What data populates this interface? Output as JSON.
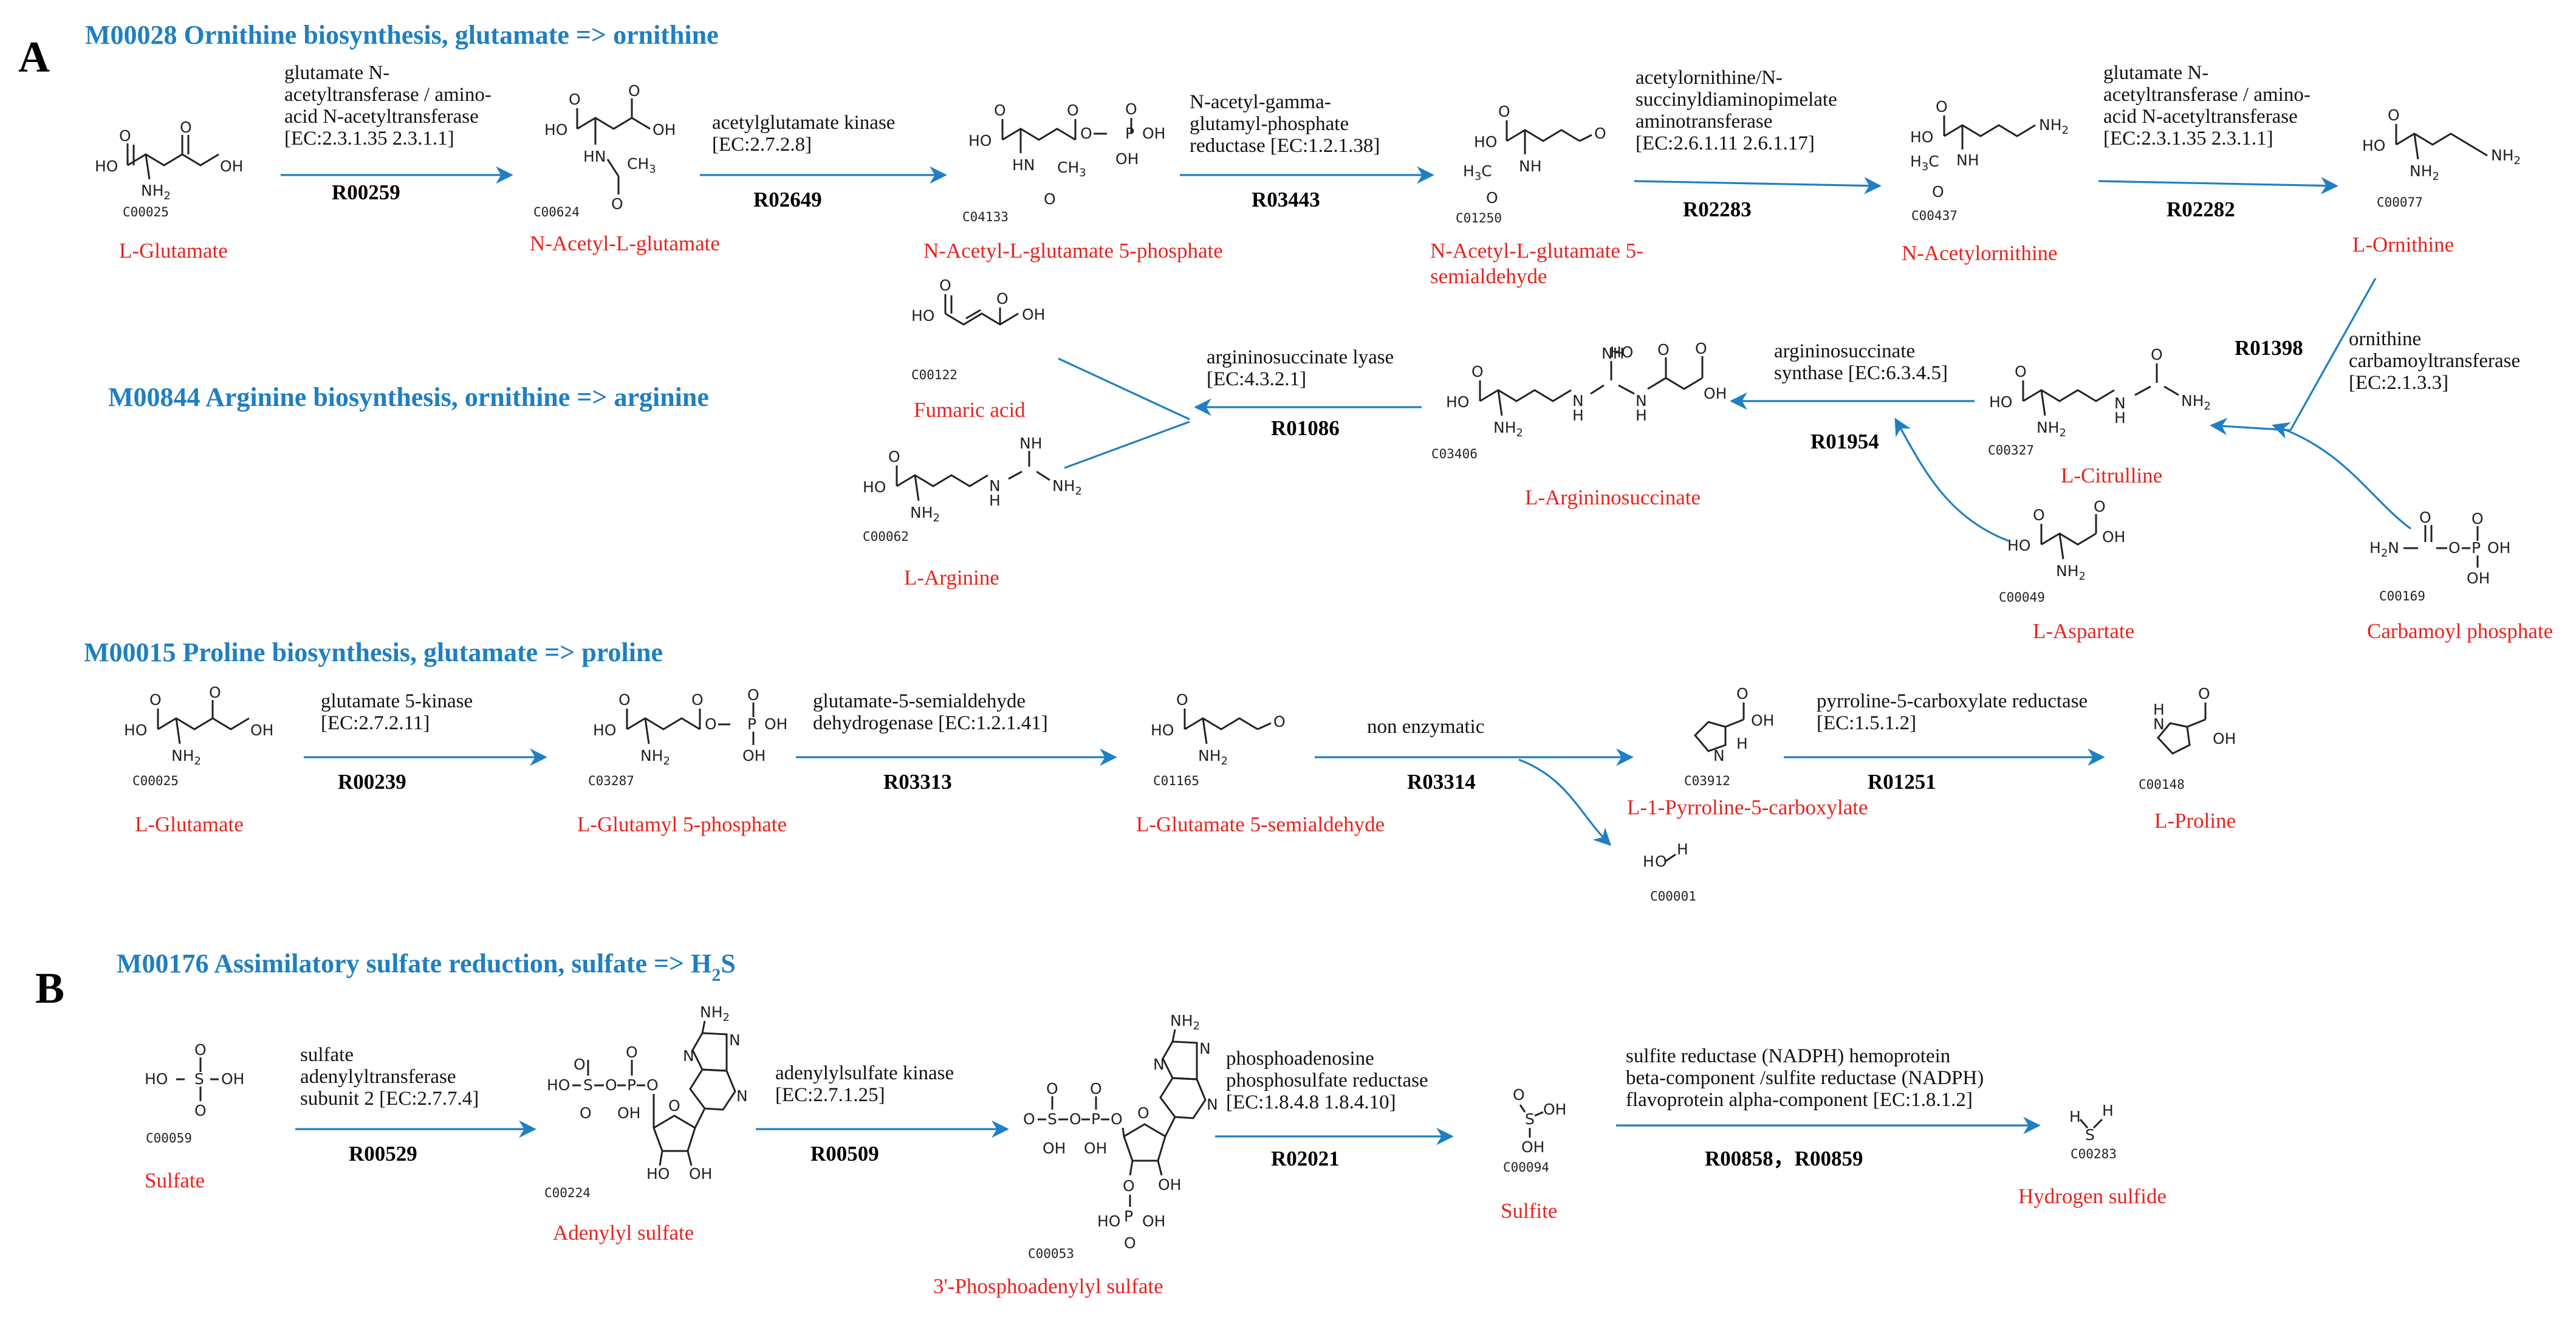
{
  "panels": {
    "a": "A",
    "b": "B"
  },
  "modules": {
    "m00028": "M00028  Ornithine biosynthesis, glutamate => ornithine",
    "m00844": "M00844  Arginine biosynthesis, ornithine => arginine",
    "m00015": "M00015 Proline biosynthesis, glutamate => proline",
    "m00176": "M00176 Assimilatory sulfate reduction, sulfate => H",
    "m00176_sub": "2",
    "m00176_tail": "S"
  },
  "compounds": {
    "glu1": {
      "id": "C00025",
      "name": "L-Glutamate"
    },
    "nag": {
      "id": "C00624",
      "name": "N-Acetyl-L-glutamate"
    },
    "nagp": {
      "id": "C04133",
      "name": "N-Acetyl-L-glutamate 5-phosphate"
    },
    "nags": {
      "id": "C01250",
      "name1": "N-Acetyl-L-glutamate 5-",
      "name2": "semialdehyde"
    },
    "naorn": {
      "id": "C00437",
      "name": "N-Acetylornithine"
    },
    "orn": {
      "id": "C00077",
      "name": "L-Ornithine"
    },
    "fum": {
      "id": "C00122",
      "name": "Fumaric acid"
    },
    "arg": {
      "id": "C00062",
      "name": "L-Arginine"
    },
    "argsuc": {
      "id": "C03406",
      "name": "L-Argininosuccinate"
    },
    "cit": {
      "id": "C00327",
      "name": "L-Citrulline"
    },
    "asp": {
      "id": "C00049",
      "name": "L-Aspartate"
    },
    "cbp": {
      "id": "C00169",
      "name": "Carbamoyl phosphate"
    },
    "glu2": {
      "id": "C00025",
      "name": "L-Glutamate"
    },
    "glup": {
      "id": "C03287",
      "name": "L-Glutamyl 5-phosphate"
    },
    "glus": {
      "id": "C01165",
      "name": "L-Glutamate 5-semialdehyde"
    },
    "p5c": {
      "id": "C03912",
      "name": "L-1-Pyrroline-5-carboxylate"
    },
    "h2o": {
      "id": "C00001"
    },
    "pro": {
      "id": "C00148",
      "name": "L-Proline"
    },
    "so4": {
      "id": "C00059",
      "name": "Sulfate"
    },
    "aps": {
      "id": "C00224",
      "name": "Adenylyl sulfate"
    },
    "paps": {
      "id": "C00053",
      "name": "3'-Phosphoadenylyl sulfate"
    },
    "so3": {
      "id": "C00094",
      "name": "Sulfite"
    },
    "h2s": {
      "id": "C00283",
      "name": "Hydrogen sulfide"
    }
  },
  "reactions": {
    "r00259": {
      "enzyme": [
        "glutamate N-",
        "acetyltransferase / amino-",
        "acid N-acetyltransferase",
        "[EC:2.3.1.35 2.3.1.1]"
      ],
      "id": "R00259"
    },
    "r02649": {
      "enzyme": [
        "acetylglutamate kinase",
        "[EC:2.7.2.8]"
      ],
      "id": "R02649"
    },
    "r03443": {
      "enzyme": [
        "N-acetyl-gamma-",
        "glutamyl-phosphate",
        "reductase [EC:1.2.1.38]"
      ],
      "id": "R03443"
    },
    "r02283": {
      "enzyme": [
        "acetylornithine/N-",
        "succinyldiaminopimelate",
        "aminotransferase",
        "[EC:2.6.1.11  2.6.1.17]"
      ],
      "id": "R02283"
    },
    "r02282": {
      "enzyme": [
        "glutamate N-",
        "acetyltransferase / amino-",
        "acid N-acetyltransferase",
        "[EC:2.3.1.35  2.3.1.1]"
      ],
      "id": "R02282"
    },
    "r01398": {
      "enzyme": [
        "ornithine",
        "carbamoyltransferase",
        "[EC:2.1.3.3]"
      ],
      "id": "R01398"
    },
    "r01954": {
      "enzyme": [
        "argininosuccinate",
        "synthase [EC:6.3.4.5]"
      ],
      "id": "R01954"
    },
    "r01086": {
      "enzyme": [
        "argininosuccinate lyase",
        "[EC:4.3.2.1]"
      ],
      "id": "R01086"
    },
    "r00239": {
      "enzyme": [
        "glutamate 5-kinase",
        "[EC:2.7.2.11]"
      ],
      "id": "R00239"
    },
    "r03313": {
      "enzyme": [
        "glutamate-5-semialdehyde",
        "dehydrogenase [EC:1.2.1.41]"
      ],
      "id": "R03313"
    },
    "r03314": {
      "enzyme": [
        "non enzymatic"
      ],
      "id": "R03314"
    },
    "r01251": {
      "enzyme": [
        "pyrroline-5-carboxylate reductase",
        "[EC:1.5.1.2]"
      ],
      "id": "R01251"
    },
    "r00529": {
      "enzyme": [
        "sulfate",
        "adenylyltransferase",
        "subunit 2 [EC:2.7.7.4]"
      ],
      "id": "R00529"
    },
    "r00509": {
      "enzyme": [
        "adenylylsulfate kinase",
        "[EC:2.7.1.25]"
      ],
      "id": "R00509"
    },
    "r02021": {
      "enzyme": [
        "phosphoadenosine",
        "phosphosulfate reductase",
        "[EC:1.8.4.8 1.8.4.10]"
      ],
      "id": "R02021"
    },
    "r00858": {
      "enzyme": [
        "sulfite reductase (NADPH) hemoprotein",
        "beta-component /sulfite reductase (NADPH)",
        "flavoprotein alpha-component [EC:1.8.1.2]"
      ],
      "id": "R00858，R00859"
    }
  },
  "colors": {
    "module": "#1f7fc2",
    "arrow": "#1f7fc2",
    "compound_name": "#e8231f",
    "text": "#111111"
  }
}
